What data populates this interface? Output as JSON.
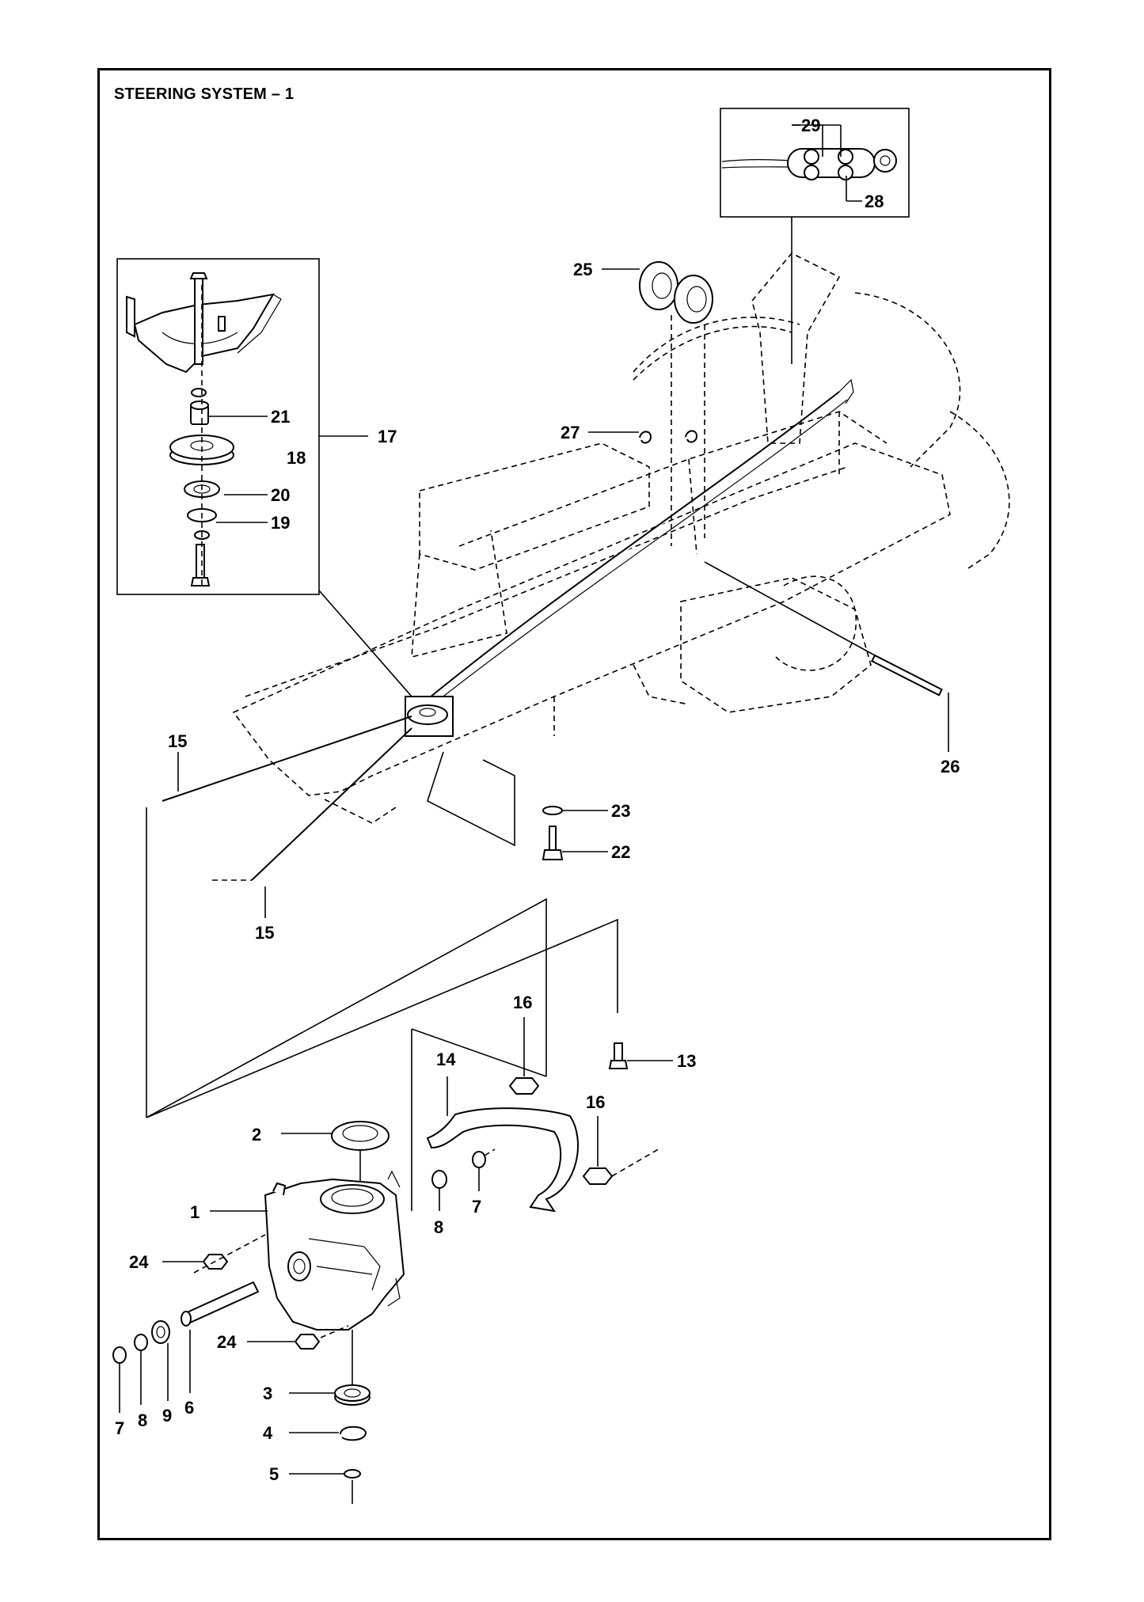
{
  "title": "STEERING SYSTEM – 1",
  "callouts": [
    {
      "id": "c29",
      "label": "29"
    },
    {
      "id": "c28",
      "label": "28"
    },
    {
      "id": "c25",
      "label": "25"
    },
    {
      "id": "c27",
      "label": "27"
    },
    {
      "id": "c26",
      "label": "26"
    },
    {
      "id": "c21",
      "label": "21"
    },
    {
      "id": "c18",
      "label": "18"
    },
    {
      "id": "c17",
      "label": "17"
    },
    {
      "id": "c20",
      "label": "20"
    },
    {
      "id": "c19",
      "label": "19"
    },
    {
      "id": "c15a",
      "label": "15"
    },
    {
      "id": "c15b",
      "label": "15"
    },
    {
      "id": "c23",
      "label": "23"
    },
    {
      "id": "c22",
      "label": "22"
    },
    {
      "id": "c16a",
      "label": "16"
    },
    {
      "id": "c13",
      "label": "13"
    },
    {
      "id": "c14",
      "label": "14"
    },
    {
      "id": "c16b",
      "label": "16"
    },
    {
      "id": "c2",
      "label": "2"
    },
    {
      "id": "c1",
      "label": "1"
    },
    {
      "id": "c7a",
      "label": "7"
    },
    {
      "id": "c8a",
      "label": "8"
    },
    {
      "id": "c24a",
      "label": "24"
    },
    {
      "id": "c24b",
      "label": "24"
    },
    {
      "id": "c3",
      "label": "3"
    },
    {
      "id": "c4",
      "label": "4"
    },
    {
      "id": "c5",
      "label": "5"
    },
    {
      "id": "c6",
      "label": "6"
    },
    {
      "id": "c9",
      "label": "9"
    },
    {
      "id": "c8b",
      "label": "8"
    },
    {
      "id": "c7b",
      "label": "7"
    }
  ]
}
